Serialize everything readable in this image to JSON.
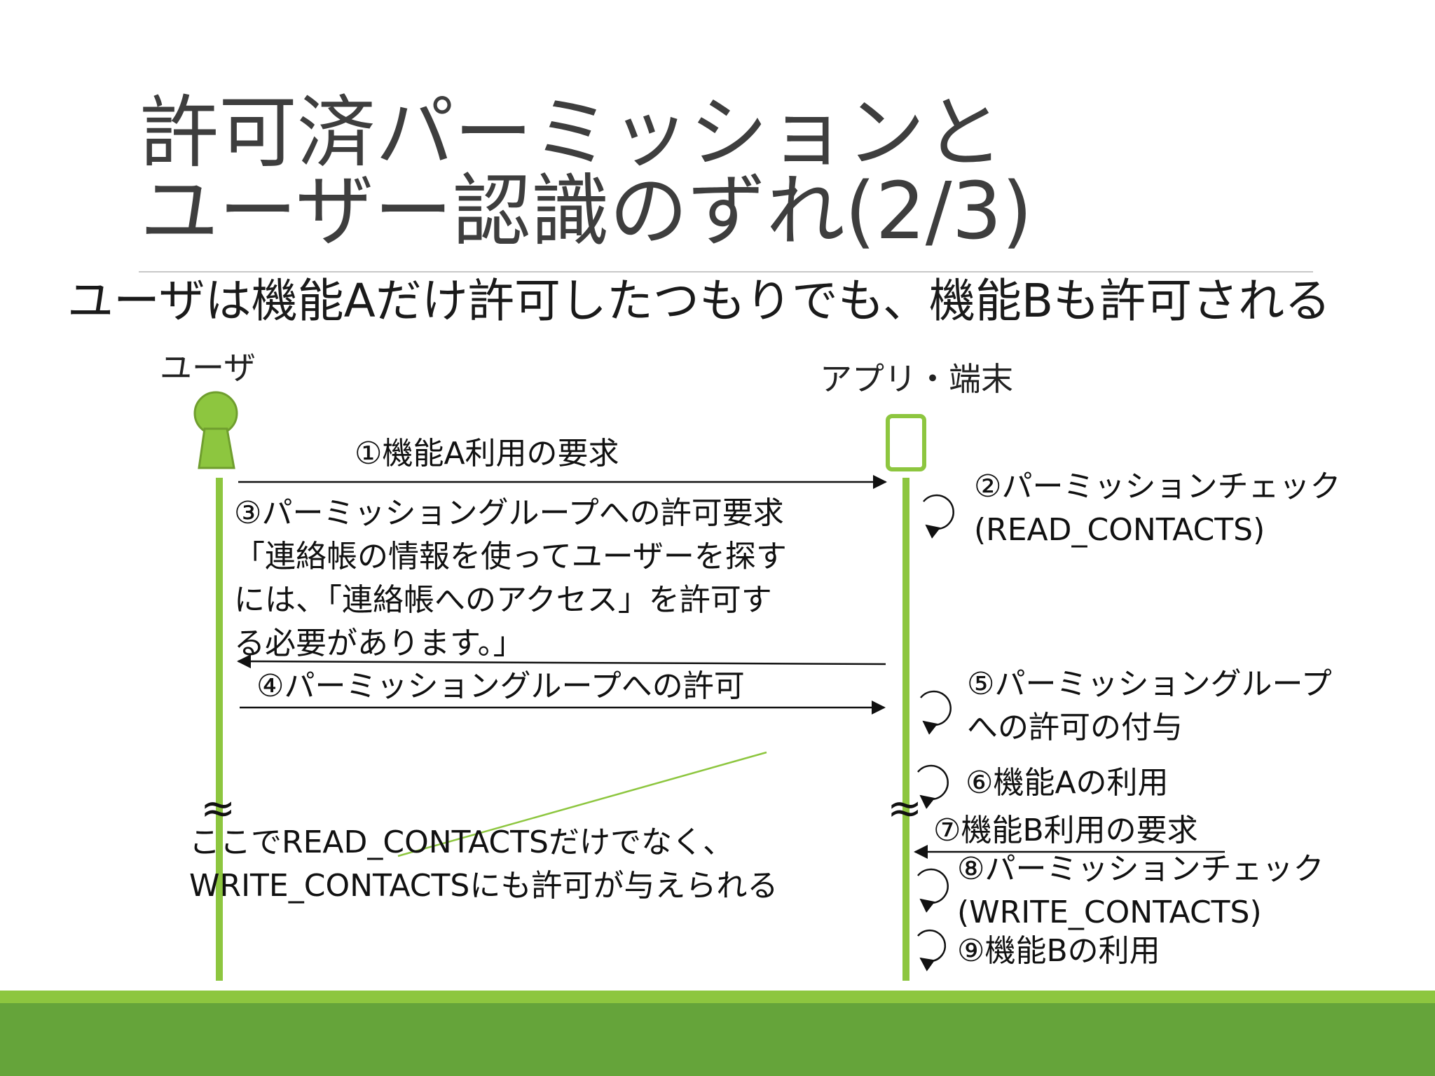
{
  "title": {
    "line1": "許可済パーミッションと",
    "line2": "ユーザー認識のずれ(2/3)"
  },
  "subtitle": "ユーザは機能Aだけ許可したつもりでも、機能Bも許可される",
  "actors": {
    "user": "ユーザ",
    "app": "アプリ・端末"
  },
  "messages": {
    "m1": "①機能A利用の要求",
    "m2_line1": "②パーミッションチェック",
    "m2_line2": "(READ_CONTACTS)",
    "m3_line1": "③パーミッショングループへの許可要求",
    "m3_line2": "「連絡帳の情報を使ってユーザーを探す",
    "m3_line3": "には、「連絡帳へのアクセス」を許可す",
    "m3_line4": "る必要があります。」",
    "m4": "④パーミッショングループへの許可",
    "m5_line1": "⑤パーミッショングループ",
    "m5_line2": "への許可の付与",
    "m6": "⑥機能Aの利用",
    "m7": "⑦機能B利用の要求",
    "m8_line1": "⑧パーミッションチェック",
    "m8_line2": "(WRITE_CONTACTS)",
    "m9": "⑨機能Bの利用"
  },
  "note": {
    "line1": "ここでREAD_CONTACTSだけでなく、",
    "line2": "WRITE_CONTACTSにも許可が与えられる"
  },
  "break_marks": {
    "user": "≈",
    "app": "≈"
  },
  "colors": {
    "accent_green": "#8dc63f",
    "footer_green": "#65a43a",
    "title_gray": "#3e3e3e"
  }
}
